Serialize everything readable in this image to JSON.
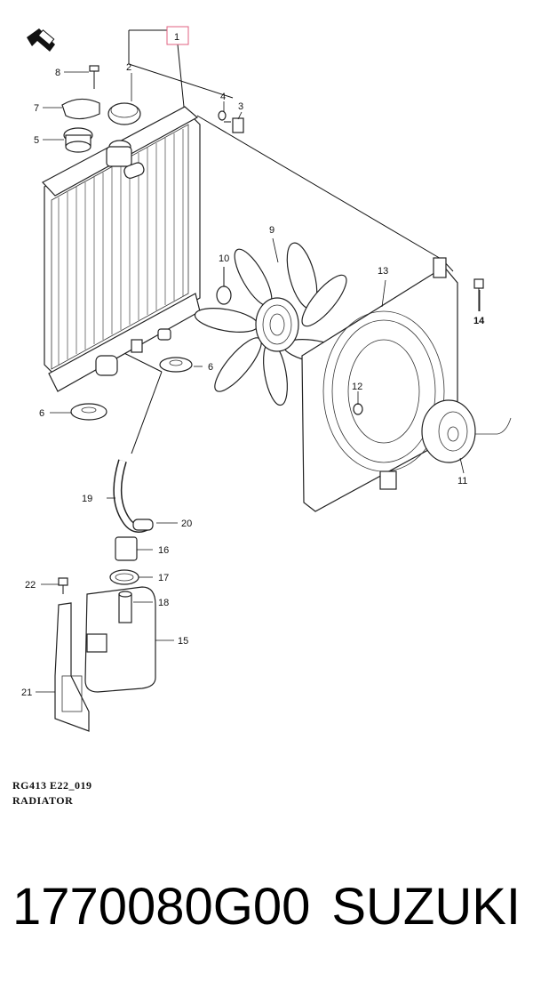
{
  "diagram": {
    "callouts": {
      "c1": "1",
      "c2": "2",
      "c3": "3",
      "c4": "4",
      "c5": "5",
      "c6a": "6",
      "c6b": "6",
      "c7": "7",
      "c8": "8",
      "c9": "9",
      "c10": "10",
      "c11": "11",
      "c12": "12",
      "c13": "13",
      "c14": "14",
      "c15": "15",
      "c16": "16",
      "c17": "17",
      "c18": "18",
      "c19": "19",
      "c20": "20",
      "c21": "21",
      "c22": "22"
    },
    "highlight_color": "#e06080",
    "caption_code": "RG413  E22_019",
    "caption_title": "RADIATOR"
  },
  "footer": {
    "part_number": "1770080G00",
    "brand": "SUZUKI"
  }
}
